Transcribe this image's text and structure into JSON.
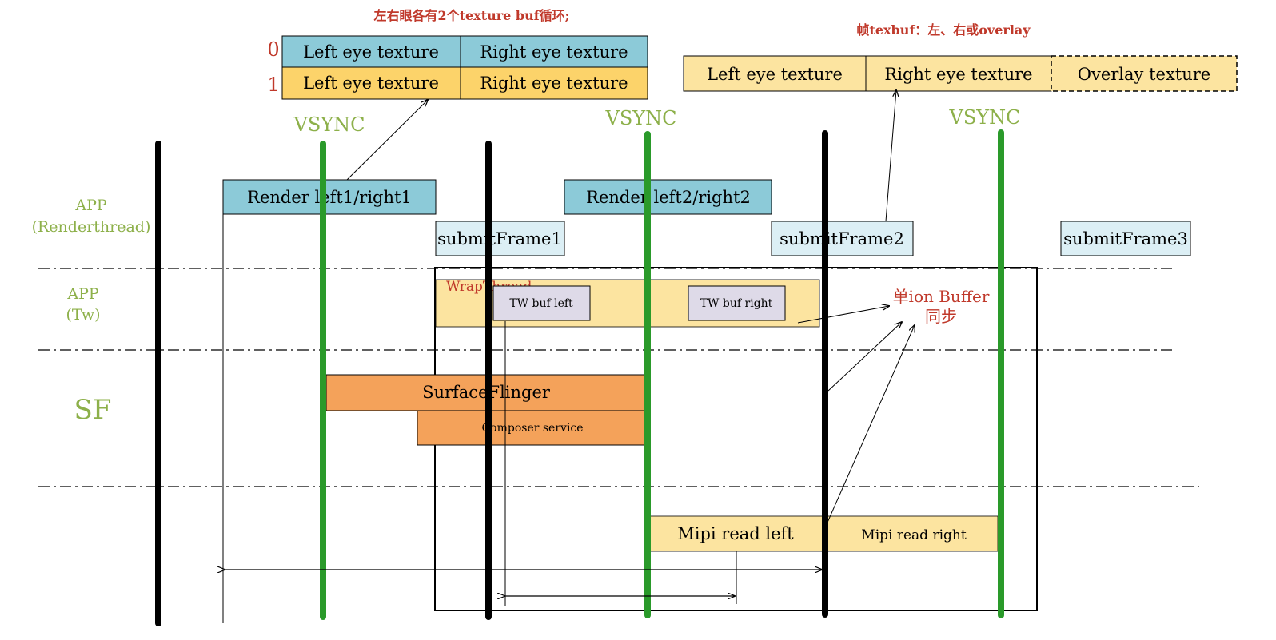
{
  "colors": {
    "vsync_line": "#2a9a2a",
    "vsync_label": "#8db04a",
    "thread_label": "#8db04a",
    "note_red": "#c0392b",
    "render_fill": "#8ccad8",
    "submit_fill": "#dceff5",
    "yellow_fill": "#fce4a0",
    "yellow_dark": "#fcd36a",
    "orange_fill": "#f4a25a",
    "lilac_fill": "#dedae8",
    "black": "#000000"
  },
  "top_note": {
    "text": "左右眼各有2个texture buf循环;",
    "rows": [
      {
        "index": "0",
        "left": "Left eye texture",
        "right": "Right eye texture"
      },
      {
        "index": "1",
        "left": "Left eye texture",
        "right": "Right eye texture"
      }
    ]
  },
  "frame_note": {
    "text": "帧texbuf：左、右或overlay",
    "left": "Left eye texture",
    "right": "Right eye texture",
    "overlay": "Overlay texture"
  },
  "vsync_labels": [
    "VSYNC",
    "VSYNC",
    "VSYNC"
  ],
  "lanes": {
    "app_render_line1": "APP",
    "app_render_line2": "(Renderthread)",
    "app_tw_line1": "APP",
    "app_tw_line2": "(Tw)",
    "sf": "SF"
  },
  "blocks": {
    "render1": "Render left1/right1",
    "render2": "Render left2/right2",
    "submit1": "submitFrame1",
    "submit2": "submitFrame2",
    "submit3": "submitFrame3",
    "wrapthread": "WrapThread",
    "tw_left": "TW buf left",
    "tw_right": "TW buf right",
    "surfaceflinger": "SurfaceFlinger",
    "composer": "Composer service",
    "mipi_left": "Mipi read left",
    "mipi_right": "Mipi read right"
  },
  "sync_note": {
    "line1": "单ion Buffer",
    "line2": "同步"
  }
}
